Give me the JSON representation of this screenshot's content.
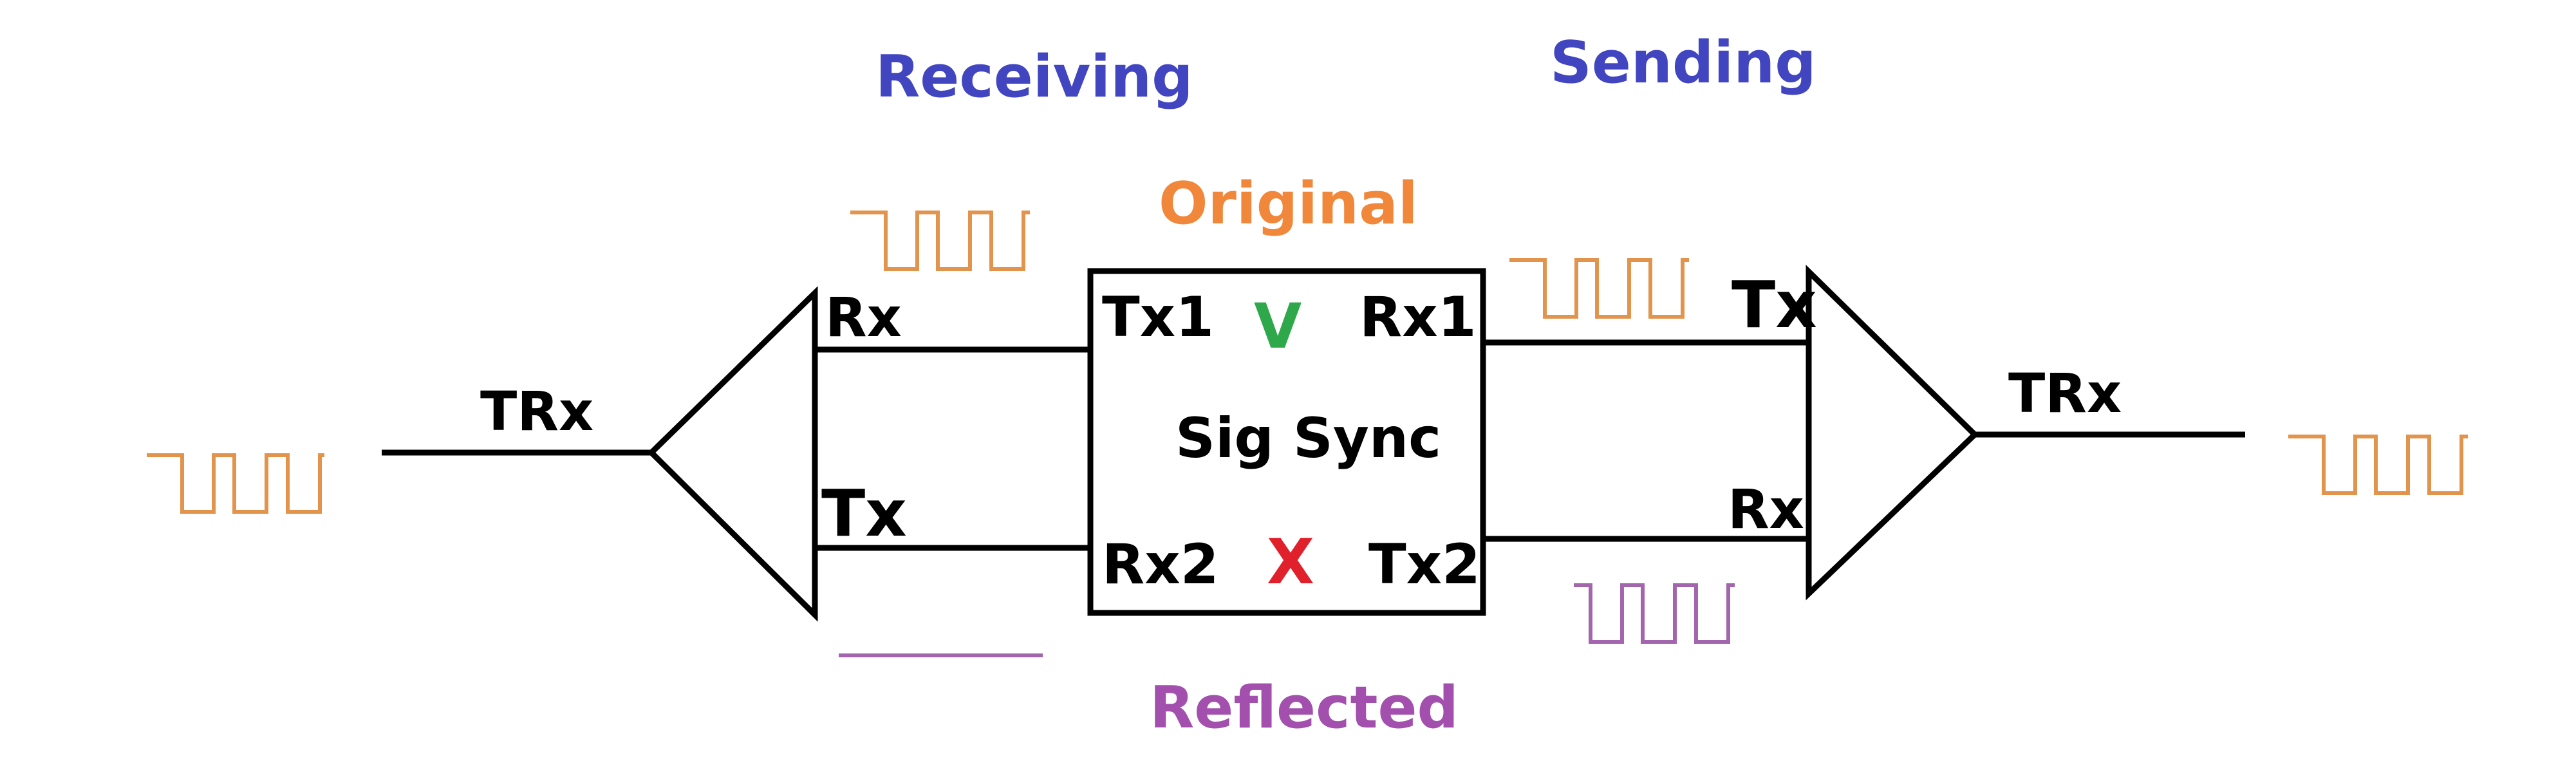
{
  "labels": {
    "receiving": "Receiving",
    "sending": "Sending",
    "original": "Original",
    "reflected": "Reflected",
    "left_trx": "TRx",
    "right_trx": "TRx",
    "left_rx": "Rx",
    "left_tx": "Tx",
    "right_tx": "Tx",
    "right_rx": "Rx",
    "sync_tx1": "Tx1",
    "sync_rx1": "Rx1",
    "sync_rx2": "Rx2",
    "sync_tx2": "Tx2",
    "sync_title": "Sig Sync",
    "check_mark": "V",
    "cross_mark": "X"
  },
  "colors": {
    "heading_blue": "#4146c0",
    "original_orange": "#f0873a",
    "reflected_purple": "#a24fad",
    "wave_orange": "#e3944c",
    "wave_purple": "#a365ad",
    "check_green": "#2ea84a",
    "cross_red": "#e0202a",
    "line_black": "#000000"
  }
}
